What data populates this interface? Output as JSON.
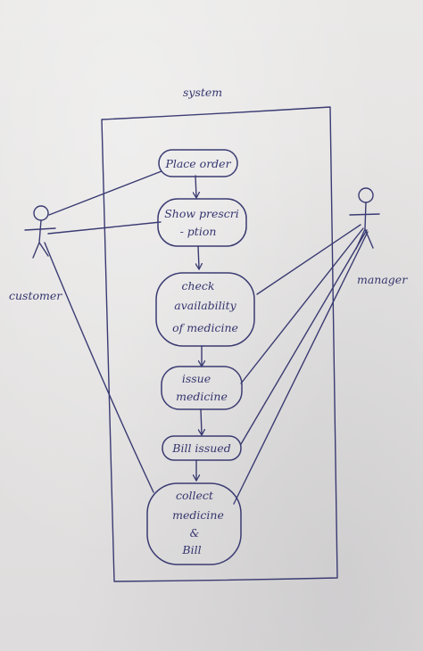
{
  "system": {
    "title": "system"
  },
  "actors": {
    "customer": {
      "label": "customer"
    },
    "manager": {
      "label": "manager"
    }
  },
  "use_cases": [
    {
      "id": "place-order",
      "lines": [
        "Place order"
      ]
    },
    {
      "id": "show-prescription",
      "lines": [
        "Show prescri",
        "- ption"
      ]
    },
    {
      "id": "check-availability",
      "lines": [
        "check",
        "availability",
        "of medicine"
      ]
    },
    {
      "id": "issue-medicine",
      "lines": [
        "issue",
        "medicine"
      ]
    },
    {
      "id": "bill-issued",
      "lines": [
        "Bill issued"
      ]
    },
    {
      "id": "collect-medicine",
      "lines": [
        "collect",
        "medicine",
        "&",
        "Bill"
      ]
    }
  ],
  "colors": {
    "ink": "#3a3b72",
    "paper": "#e6e4e3"
  }
}
